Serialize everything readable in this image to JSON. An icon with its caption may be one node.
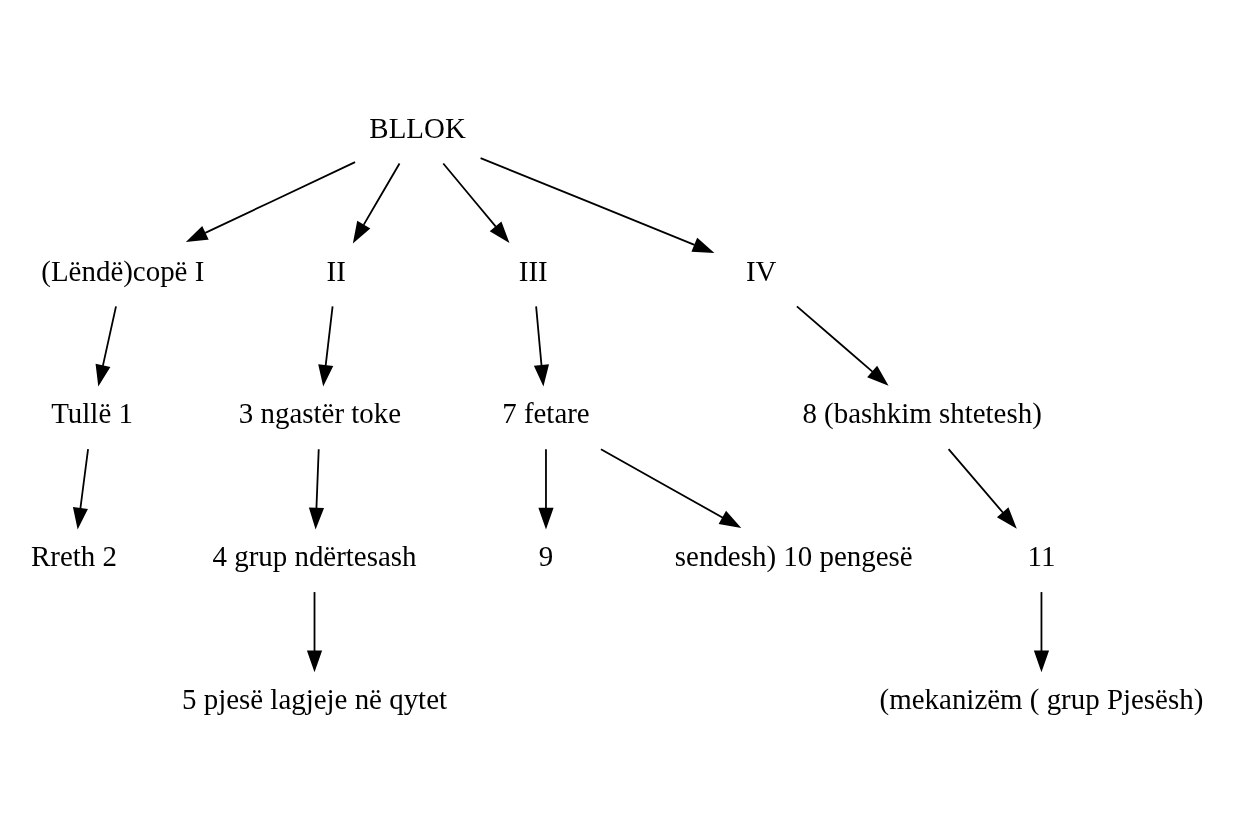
{
  "diagram": {
    "nodes": [
      {
        "text": [
          "BLLOK"
        ]
      },
      {
        "text": [
          "(Lëndë)copë I"
        ]
      },
      {
        "text": [
          "II"
        ]
      },
      {
        "text": [
          "III"
        ]
      },
      {
        "text": [
          "IV"
        ]
      },
      {
        "text": [
          "Tullë 1"
        ]
      },
      {
        "text": [
          "3 ngastër toke"
        ]
      },
      {
        "text": [
          "7 fetare"
        ]
      },
      {
        "text": [
          "8 (bashkim shtetesh)"
        ]
      },
      {
        "text": [
          "Rreth 2"
        ]
      },
      {
        "text": [
          "4 grup ndërtesash"
        ]
      },
      {
        "text": [
          "9"
        ]
      },
      {
        "text": [
          "11"
        ]
      },
      {
        "text": [
          "(mekanizëm ( grup Pjesësh)"
        ]
      },
      {
        "text": [
          "sendesh) 10 pengesë"
        ]
      },
      {
        "text": [
          "5 pjesë lagjeje në qytet"
        ]
      }
    ],
    "edges": [
      {
        "from": 0,
        "to": 1,
        "arrow": "to"
      },
      {
        "from": 0,
        "to": 2,
        "arrow": "to"
      },
      {
        "from": 0,
        "to": 3,
        "arrow": "to"
      },
      {
        "from": 0,
        "to": 4,
        "arrow": "to"
      },
      {
        "from": 1,
        "to": 5,
        "arrow": "to"
      },
      {
        "from": 2,
        "to": 6,
        "arrow": "to"
      },
      {
        "from": 3,
        "to": 7,
        "arrow": "to"
      },
      {
        "from": 4,
        "to": 8,
        "arrow": "to"
      },
      {
        "from": 5,
        "to": 9,
        "arrow": "to"
      },
      {
        "from": 6,
        "to": 10,
        "arrow": "to"
      },
      {
        "from": 7,
        "to": 14,
        "arrow": "to"
      },
      {
        "from": 7,
        "to": 11,
        "arrow": "to"
      },
      {
        "from": 8,
        "to": 12,
        "arrow": "to"
      },
      {
        "from": 12,
        "to": 13,
        "arrow": "to"
      },
      {
        "from": 10,
        "to": 15,
        "arrow": "to"
      }
    ]
  }
}
